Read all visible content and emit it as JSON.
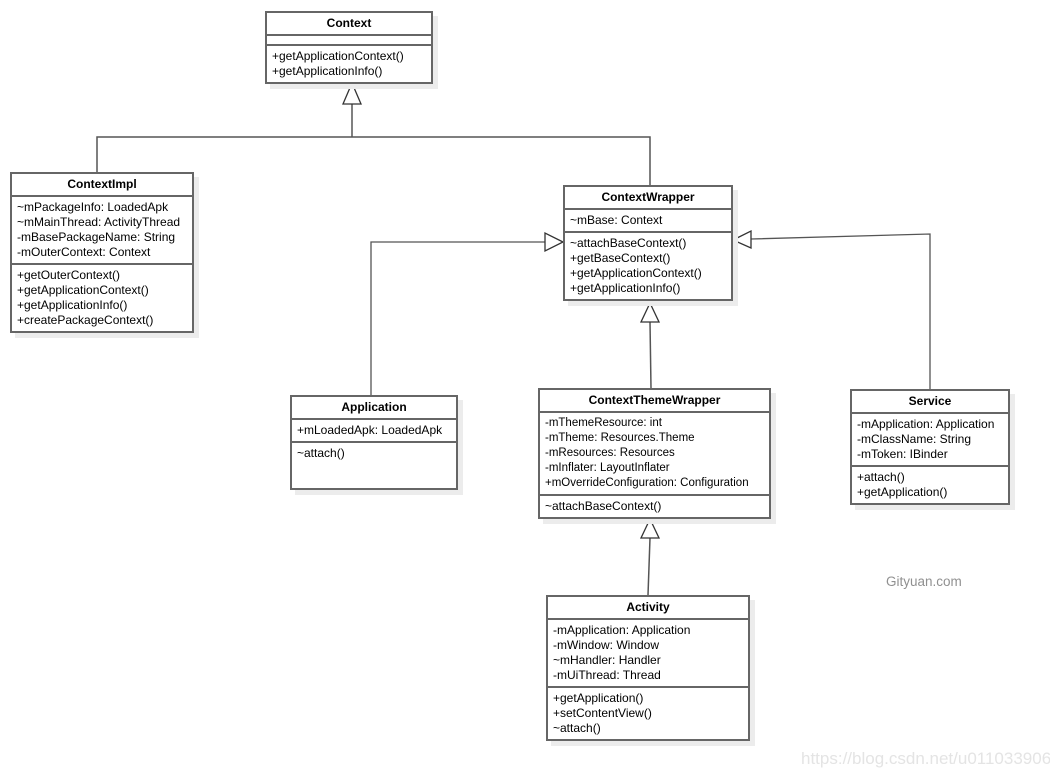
{
  "diagram": {
    "classes": {
      "context": {
        "title": "Context",
        "attributes": [],
        "methods": [
          "+getApplicationContext()",
          "+getApplicationInfo()"
        ]
      },
      "context_impl": {
        "title": "ContextImpl",
        "attributes": [
          "~mPackageInfo: LoadedApk",
          "~mMainThread: ActivityThread",
          "-mBasePackageName: String",
          "-mOuterContext: Context"
        ],
        "methods": [
          "+getOuterContext()",
          "+getApplicationContext()",
          "+getApplicationInfo()",
          "+createPackageContext()"
        ]
      },
      "context_wrapper": {
        "title": "ContextWrapper",
        "attributes": [
          "~mBase: Context"
        ],
        "methods": [
          "~attachBaseContext()",
          "+getBaseContext()",
          "+getApplicationContext()",
          "+getApplicationInfo()"
        ]
      },
      "application": {
        "title": "Application",
        "attributes": [
          "+mLoadedApk: LoadedApk"
        ],
        "methods": [
          "~attach()"
        ]
      },
      "context_theme_wrapper": {
        "title": "ContextThemeWrapper",
        "attributes": [
          "-mThemeResource: int",
          "-mTheme: Resources.Theme",
          "-mResources: Resources",
          "-mInflater: LayoutInflater",
          "+mOverrideConfiguration: Configuration"
        ],
        "methods": [
          "~attachBaseContext()"
        ]
      },
      "service": {
        "title": "Service",
        "attributes": [
          "-mApplication: Application",
          "-mClassName: String",
          "-mToken: IBinder"
        ],
        "methods": [
          "+attach()",
          "+getApplication()"
        ]
      },
      "activity": {
        "title": "Activity",
        "attributes": [
          "-mApplication: Application",
          "-mWindow: Window",
          "~mHandler: Handler",
          "-mUiThread: Thread"
        ],
        "methods": [
          "+getApplication()",
          "+setContentView()",
          "~attach()"
        ]
      }
    },
    "relations": [
      {
        "type": "generalization",
        "from": "ContextImpl",
        "to": "Context"
      },
      {
        "type": "generalization",
        "from": "ContextWrapper",
        "to": "Context"
      },
      {
        "type": "generalization",
        "from": "Application",
        "to": "ContextWrapper"
      },
      {
        "type": "generalization",
        "from": "Service",
        "to": "ContextWrapper"
      },
      {
        "type": "generalization",
        "from": "ContextThemeWrapper",
        "to": "ContextWrapper"
      },
      {
        "type": "generalization",
        "from": "Activity",
        "to": "ContextThemeWrapper"
      }
    ],
    "watermarks": {
      "site": "Gityuan.com",
      "blog": "https://blog.csdn.net/u011033906"
    },
    "colors": {
      "box_border": "#666666",
      "box_bg": "#ffffff",
      "shadow": "#ececec",
      "line": "#555555",
      "watermark_gray": "#909090",
      "watermark_light": "#e4e4e4"
    }
  }
}
